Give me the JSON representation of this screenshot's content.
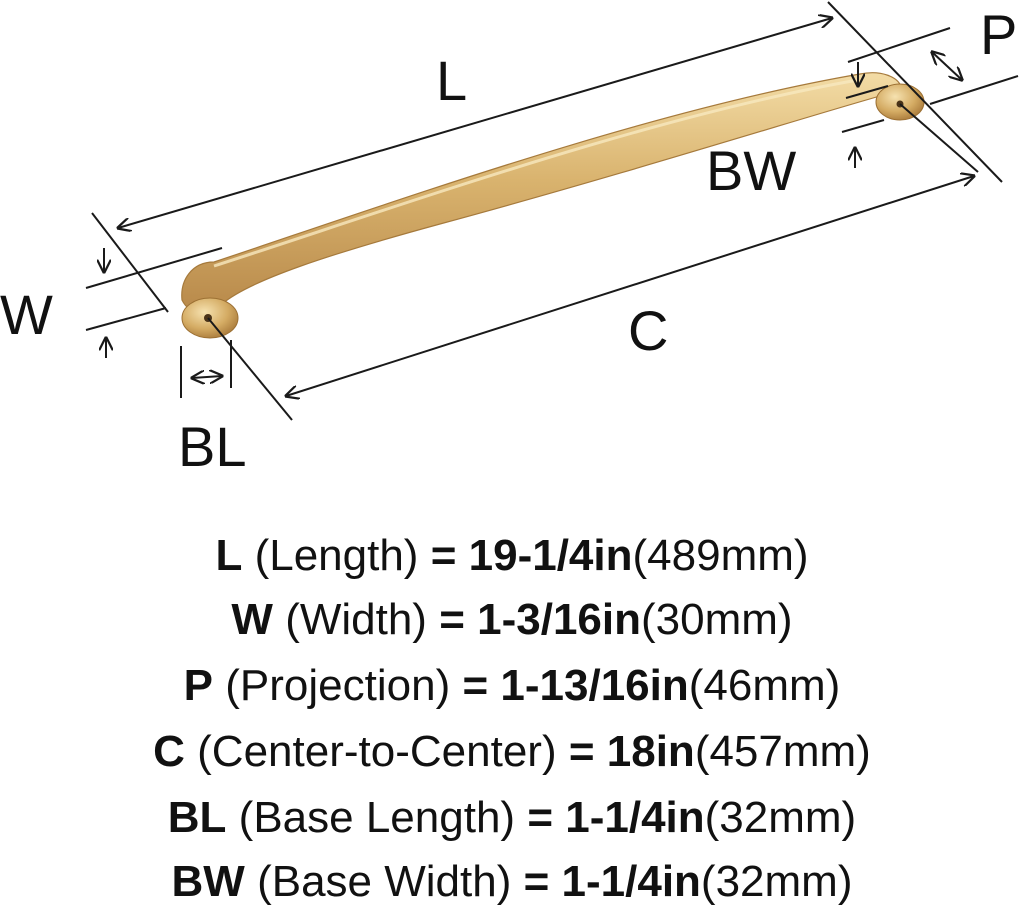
{
  "diagram": {
    "labels": {
      "length": "L",
      "projection": "P",
      "base_width": "BW",
      "width": "W",
      "center": "C",
      "base_length": "BL"
    },
    "colors": {
      "handle_light": "#efd59c",
      "handle_mid": "#d7b06b",
      "handle_dark": "#b98a43",
      "line": "#1a1a1a"
    }
  },
  "specs": [
    {
      "symbol": "L",
      "description": "(Length)",
      "equals": "=",
      "value": "19-1/4in",
      "metric": "(489mm)"
    },
    {
      "symbol": "W",
      "description": "(Width)",
      "equals": "=",
      "value": "1-3/16in",
      "metric": "(30mm)"
    },
    {
      "symbol": "P",
      "description": "(Projection)",
      "equals": "=",
      "value": "1-13/16in",
      "metric": "(46mm)"
    },
    {
      "symbol": "C",
      "description": "(Center-to-Center)",
      "equals": "=",
      "value": "18in",
      "metric": "(457mm)"
    },
    {
      "symbol": "BL",
      "description": "(Base Length)",
      "equals": "=",
      "value": "1-1/4in",
      "metric": "(32mm)"
    },
    {
      "symbol": "BW",
      "description": "(Base Width)",
      "equals": "=",
      "value": "1-1/4in",
      "metric": "(32mm)"
    }
  ]
}
